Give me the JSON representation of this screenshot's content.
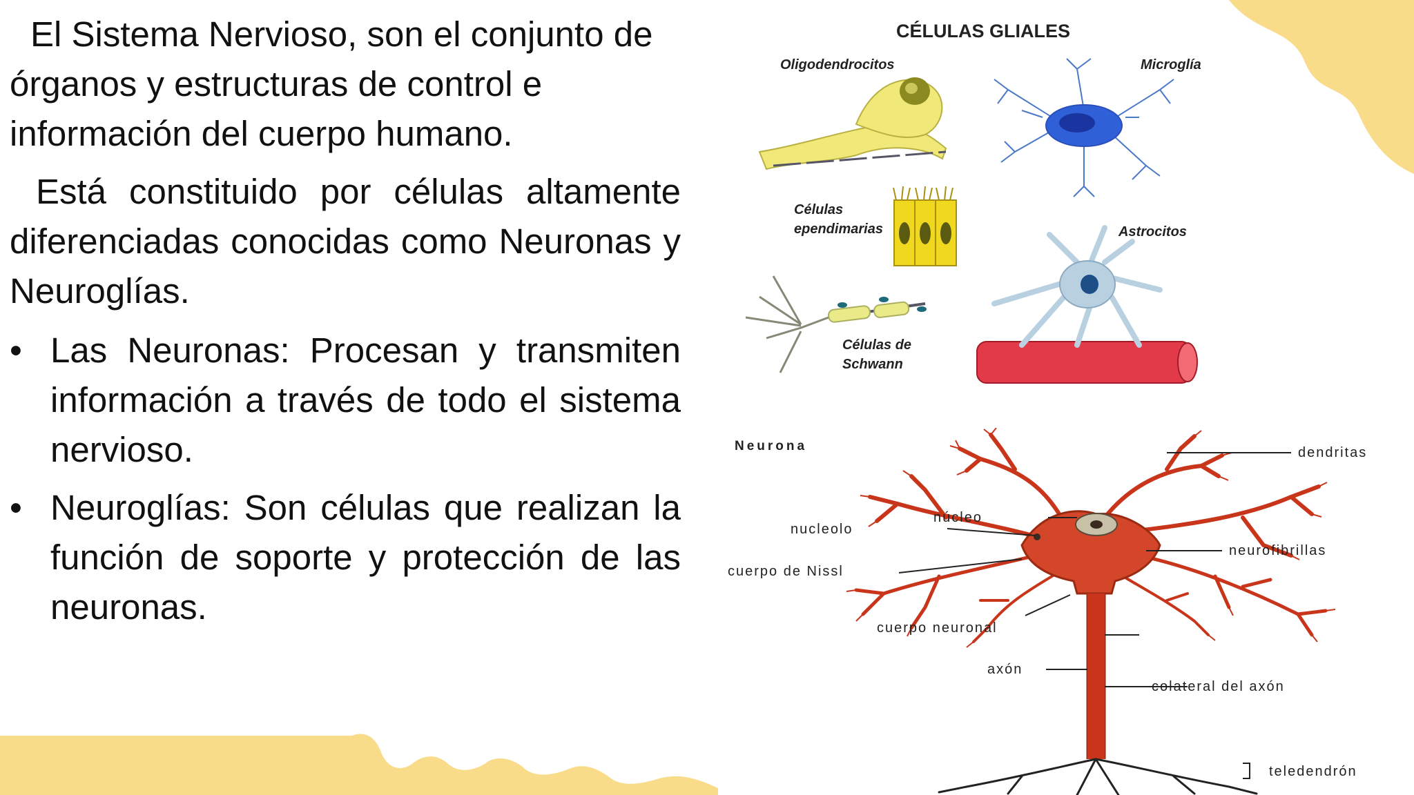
{
  "slide": {
    "paragraphs": [
      "El Sistema Nervioso, son el conjunto de órganos y estructuras de control e información del cuerpo humano.",
      "Está constituido por células altamente diferenciadas conocidas como Neuronas y Neuroglías."
    ],
    "bullets": [
      "Las Neuronas: Procesan y transmiten información a través de todo el sistema nervioso.",
      "Neuroglías: Son células que realizan la función de soporte y protección de las neuronas."
    ],
    "bullet_symbol": "•"
  },
  "glia_figure": {
    "title": "CÉLULAS GLIALES",
    "labels": {
      "oligodendrocitos": "Oligodendrocitos",
      "microglia": "Microglía",
      "ependimarias_line1": "Células",
      "ependimarias_line2": "ependimarias",
      "astrocitos": "Astrocitos",
      "schwann_line1": "Células de",
      "schwann_line2": "Schwann"
    }
  },
  "neuron_figure": {
    "title": "Neurona",
    "labels": {
      "dendritas": "dendritas",
      "nucleo": "núcleo",
      "nucleolo": "nucleolo",
      "neurofibrillas": "neurofibrillas",
      "cuerpo_nissl": "cuerpo de Nissl",
      "cuerpo_neuronal": "cuerpo neuronal",
      "axon": "axón",
      "colateral": "colateral del axón",
      "teledendron": "teledendrón"
    }
  },
  "colors": {
    "decor_yellow": "#f8dc8a",
    "neuron_red": "#c8351a",
    "glia_yellow": "#f0e878",
    "microglia_blue": "#3060d8",
    "vessel_red": "#e23a48"
  }
}
